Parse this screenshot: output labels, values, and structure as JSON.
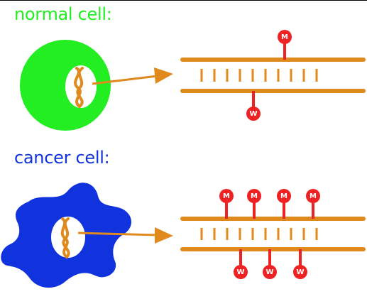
{
  "colors": {
    "normal": "#22ee22",
    "cancer": "#1133dd",
    "dna": "#e08a1e",
    "marker": "#ee2222",
    "nucleus": "#ffffff"
  },
  "normal": {
    "title": "normal cell:",
    "methyl_labels": [
      "M"
    ],
    "hydroxymethyl_labels": [
      "W"
    ]
  },
  "cancer": {
    "title": "cancer cell:",
    "methyl_labels": [
      "M",
      "M",
      "M",
      "M"
    ],
    "hydroxymethyl_labels": [
      "W",
      "W",
      "W"
    ]
  }
}
